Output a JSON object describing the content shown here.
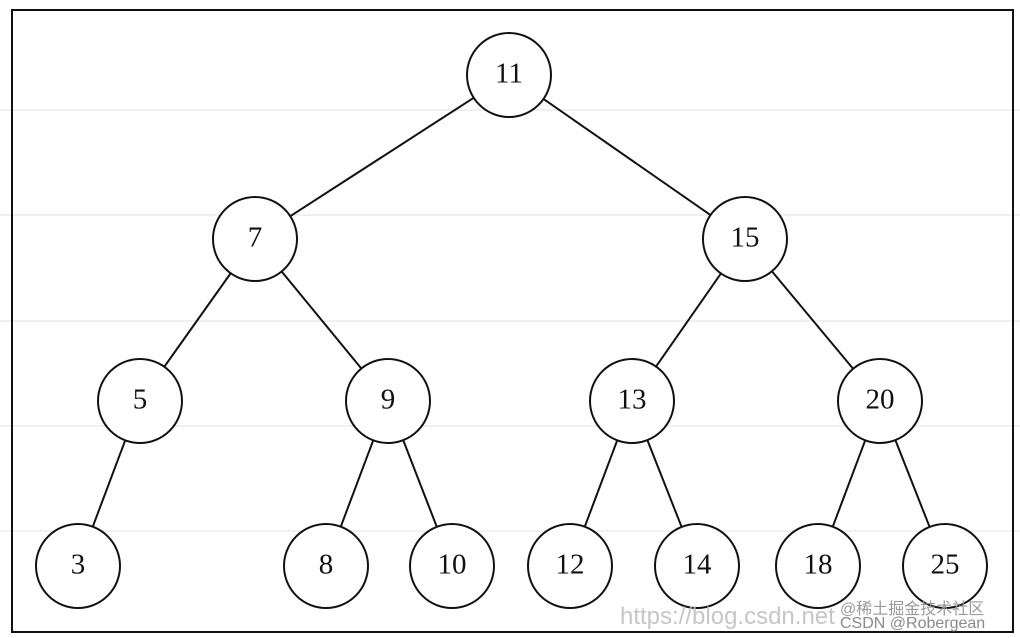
{
  "diagram": {
    "type": "binary-search-tree",
    "nodes": [
      {
        "id": "n11",
        "label": "11"
      },
      {
        "id": "n7",
        "label": "7"
      },
      {
        "id": "n15",
        "label": "15"
      },
      {
        "id": "n5",
        "label": "5"
      },
      {
        "id": "n9",
        "label": "9"
      },
      {
        "id": "n13",
        "label": "13"
      },
      {
        "id": "n20",
        "label": "20"
      },
      {
        "id": "n3",
        "label": "3"
      },
      {
        "id": "n8",
        "label": "8"
      },
      {
        "id": "n10",
        "label": "10"
      },
      {
        "id": "n12",
        "label": "12"
      },
      {
        "id": "n14",
        "label": "14"
      },
      {
        "id": "n18",
        "label": "18"
      },
      {
        "id": "n25",
        "label": "25"
      }
    ],
    "edges": [
      [
        "n11",
        "n7"
      ],
      [
        "n11",
        "n15"
      ],
      [
        "n7",
        "n5"
      ],
      [
        "n7",
        "n9"
      ],
      [
        "n15",
        "n13"
      ],
      [
        "n15",
        "n20"
      ],
      [
        "n5",
        "n3"
      ],
      [
        "n9",
        "n8"
      ],
      [
        "n9",
        "n10"
      ],
      [
        "n13",
        "n12"
      ],
      [
        "n13",
        "n14"
      ],
      [
        "n20",
        "n18"
      ],
      [
        "n20",
        "n25"
      ]
    ]
  },
  "watermarks": {
    "url": "https://blog.csdn.net",
    "community": "@稀土掘金技术社区",
    "author": "CSDN @Robergean"
  },
  "colors": {
    "stroke": "#111111",
    "guide": "#e2e2e2",
    "watermark": "#b8b8b8"
  }
}
